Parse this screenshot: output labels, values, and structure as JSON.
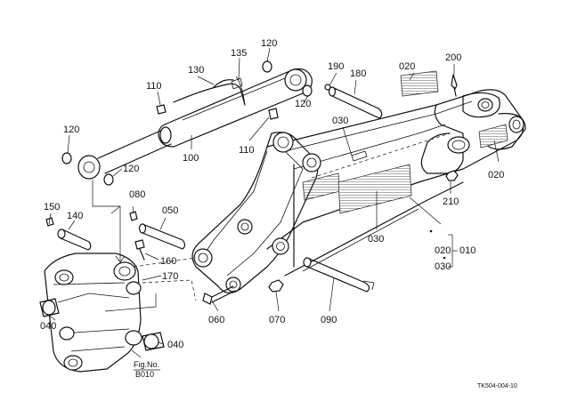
{
  "part_labels": {
    "p120a": "120",
    "p120b": "120",
    "p120c": "120",
    "p120d": "120",
    "p135": "135",
    "p130": "130",
    "p110a": "110",
    "p110b": "110",
    "p100": "100",
    "p190": "190",
    "p180": "180",
    "p020a": "020",
    "p020b": "020",
    "p200": "200",
    "p030a": "030",
    "p030b": "030",
    "p210": "210",
    "p150": "150",
    "p140": "140",
    "p080": "080",
    "p050": "050",
    "p160": "160",
    "p170": "170",
    "p040a": "040",
    "p040b": "040",
    "p060": "060",
    "p070": "070",
    "p090": "090",
    "p020c": "020",
    "p030c": "030",
    "p010": "010"
  },
  "figure_ref": {
    "line1": "Fig.No.",
    "line2": "B010"
  },
  "drawing_code": "TK504-004-10"
}
